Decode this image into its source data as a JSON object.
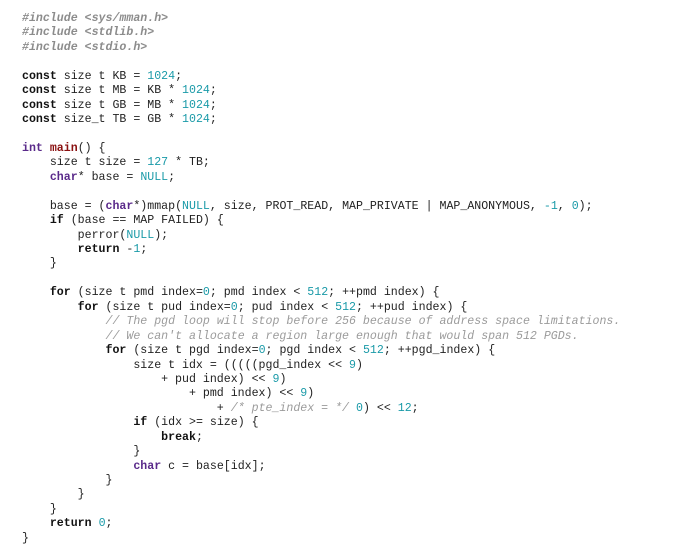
{
  "code_lines": [
    [
      {
        "t": "#include <sys/mman.h>",
        "c": "pp"
      }
    ],
    [
      {
        "t": "#include <stdlib.h>",
        "c": "pp"
      }
    ],
    [
      {
        "t": "#include <stdio.h>",
        "c": "pp"
      }
    ],
    [],
    [
      {
        "t": "const",
        "c": "kw"
      },
      {
        "t": " size t KB = ",
        "c": "tx"
      },
      {
        "t": "1024",
        "c": "num"
      },
      {
        "t": ";",
        "c": "tx"
      }
    ],
    [
      {
        "t": "const",
        "c": "kw"
      },
      {
        "t": " size t MB = KB * ",
        "c": "tx"
      },
      {
        "t": "1024",
        "c": "num"
      },
      {
        "t": ";",
        "c": "tx"
      }
    ],
    [
      {
        "t": "const",
        "c": "kw"
      },
      {
        "t": " size t GB = MB * ",
        "c": "tx"
      },
      {
        "t": "1024",
        "c": "num"
      },
      {
        "t": ";",
        "c": "tx"
      }
    ],
    [
      {
        "t": "const",
        "c": "kw"
      },
      {
        "t": " size_t TB = GB * ",
        "c": "tx"
      },
      {
        "t": "1024",
        "c": "num"
      },
      {
        "t": ";",
        "c": "tx"
      }
    ],
    [],
    [
      {
        "t": "int",
        "c": "ty"
      },
      {
        "t": " ",
        "c": "tx"
      },
      {
        "t": "main",
        "c": "fn"
      },
      {
        "t": "() {",
        "c": "tx"
      }
    ],
    [
      {
        "t": "    size t size = ",
        "c": "tx"
      },
      {
        "t": "127",
        "c": "num"
      },
      {
        "t": " * TB;",
        "c": "tx"
      }
    ],
    [
      {
        "t": "    ",
        "c": "tx"
      },
      {
        "t": "char",
        "c": "ty"
      },
      {
        "t": "* base = ",
        "c": "tx"
      },
      {
        "t": "NULL",
        "c": "num"
      },
      {
        "t": ";",
        "c": "tx"
      }
    ],
    [],
    [
      {
        "t": "    base = (",
        "c": "tx"
      },
      {
        "t": "char",
        "c": "ty"
      },
      {
        "t": "*)mmap(",
        "c": "tx"
      },
      {
        "t": "NULL",
        "c": "num"
      },
      {
        "t": ", size, PROT_READ, MAP_PRIVATE | MAP_ANONYMOUS, ",
        "c": "tx"
      },
      {
        "t": "-1",
        "c": "num"
      },
      {
        "t": ", ",
        "c": "tx"
      },
      {
        "t": "0",
        "c": "num"
      },
      {
        "t": ");",
        "c": "tx"
      }
    ],
    [
      {
        "t": "    ",
        "c": "tx"
      },
      {
        "t": "if",
        "c": "kw"
      },
      {
        "t": " (base == MAP FAILED) {",
        "c": "tx"
      }
    ],
    [
      {
        "t": "        perror(",
        "c": "tx"
      },
      {
        "t": "NULL",
        "c": "num"
      },
      {
        "t": ");",
        "c": "tx"
      }
    ],
    [
      {
        "t": "        ",
        "c": "tx"
      },
      {
        "t": "return",
        "c": "kw"
      },
      {
        "t": " -",
        "c": "tx"
      },
      {
        "t": "1",
        "c": "num"
      },
      {
        "t": ";",
        "c": "tx"
      }
    ],
    [
      {
        "t": "    }",
        "c": "tx"
      }
    ],
    [],
    [
      {
        "t": "    ",
        "c": "tx"
      },
      {
        "t": "for",
        "c": "kw"
      },
      {
        "t": " (size t pmd index=",
        "c": "tx"
      },
      {
        "t": "0",
        "c": "num"
      },
      {
        "t": "; pmd index < ",
        "c": "tx"
      },
      {
        "t": "512",
        "c": "num"
      },
      {
        "t": "; ++pmd index) {",
        "c": "tx"
      }
    ],
    [
      {
        "t": "        ",
        "c": "tx"
      },
      {
        "t": "for",
        "c": "kw"
      },
      {
        "t": " (size t pud index=",
        "c": "tx"
      },
      {
        "t": "0",
        "c": "num"
      },
      {
        "t": "; pud index < ",
        "c": "tx"
      },
      {
        "t": "512",
        "c": "num"
      },
      {
        "t": "; ++pud index) {",
        "c": "tx"
      }
    ],
    [
      {
        "t": "            ",
        "c": "tx"
      },
      {
        "t": "// The pgd loop will stop before 256 because of address space limitations.",
        "c": "cm"
      }
    ],
    [
      {
        "t": "            ",
        "c": "tx"
      },
      {
        "t": "// We can't allocate a region large enough that would span 512 PGDs.",
        "c": "cm"
      }
    ],
    [
      {
        "t": "            ",
        "c": "tx"
      },
      {
        "t": "for",
        "c": "kw"
      },
      {
        "t": " (size t pgd index=",
        "c": "tx"
      },
      {
        "t": "0",
        "c": "num"
      },
      {
        "t": "; pgd index < ",
        "c": "tx"
      },
      {
        "t": "512",
        "c": "num"
      },
      {
        "t": "; ++pgd_index) {",
        "c": "tx"
      }
    ],
    [
      {
        "t": "                size t idx = (((((pgd_index << ",
        "c": "tx"
      },
      {
        "t": "9",
        "c": "num"
      },
      {
        "t": ")",
        "c": "tx"
      }
    ],
    [
      {
        "t": "                    + pud index) << ",
        "c": "tx"
      },
      {
        "t": "9",
        "c": "num"
      },
      {
        "t": ")",
        "c": "tx"
      }
    ],
    [
      {
        "t": "                        + pmd index) << ",
        "c": "tx"
      },
      {
        "t": "9",
        "c": "num"
      },
      {
        "t": ")",
        "c": "tx"
      }
    ],
    [
      {
        "t": "                            + ",
        "c": "tx"
      },
      {
        "t": "/* pte_index = */",
        "c": "cm"
      },
      {
        "t": " ",
        "c": "tx"
      },
      {
        "t": "0",
        "c": "num"
      },
      {
        "t": ") << ",
        "c": "tx"
      },
      {
        "t": "12",
        "c": "num"
      },
      {
        "t": ";",
        "c": "tx"
      }
    ],
    [
      {
        "t": "                ",
        "c": "tx"
      },
      {
        "t": "if",
        "c": "kw"
      },
      {
        "t": " (idx >= size) {",
        "c": "tx"
      }
    ],
    [
      {
        "t": "                    ",
        "c": "tx"
      },
      {
        "t": "break",
        "c": "kw"
      },
      {
        "t": ";",
        "c": "tx"
      }
    ],
    [
      {
        "t": "                }",
        "c": "tx"
      }
    ],
    [
      {
        "t": "                ",
        "c": "tx"
      },
      {
        "t": "char",
        "c": "ty"
      },
      {
        "t": " c = base[idx];",
        "c": "tx"
      }
    ],
    [
      {
        "t": "            }",
        "c": "tx"
      }
    ],
    [
      {
        "t": "        }",
        "c": "tx"
      }
    ],
    [
      {
        "t": "    }",
        "c": "tx"
      }
    ],
    [
      {
        "t": "    ",
        "c": "tx"
      },
      {
        "t": "return",
        "c": "kw"
      },
      {
        "t": " ",
        "c": "tx"
      },
      {
        "t": "0",
        "c": "num"
      },
      {
        "t": ";",
        "c": "tx"
      }
    ],
    [
      {
        "t": "}",
        "c": "tx"
      }
    ]
  ],
  "colors": {
    "background": "#ffffff",
    "text": "#222222",
    "number": "#1a9aa8",
    "comment": "#9b9b9b",
    "preprocessor": "#8c8c8c",
    "type": "#5a2a8a",
    "function": "#8a1010"
  }
}
